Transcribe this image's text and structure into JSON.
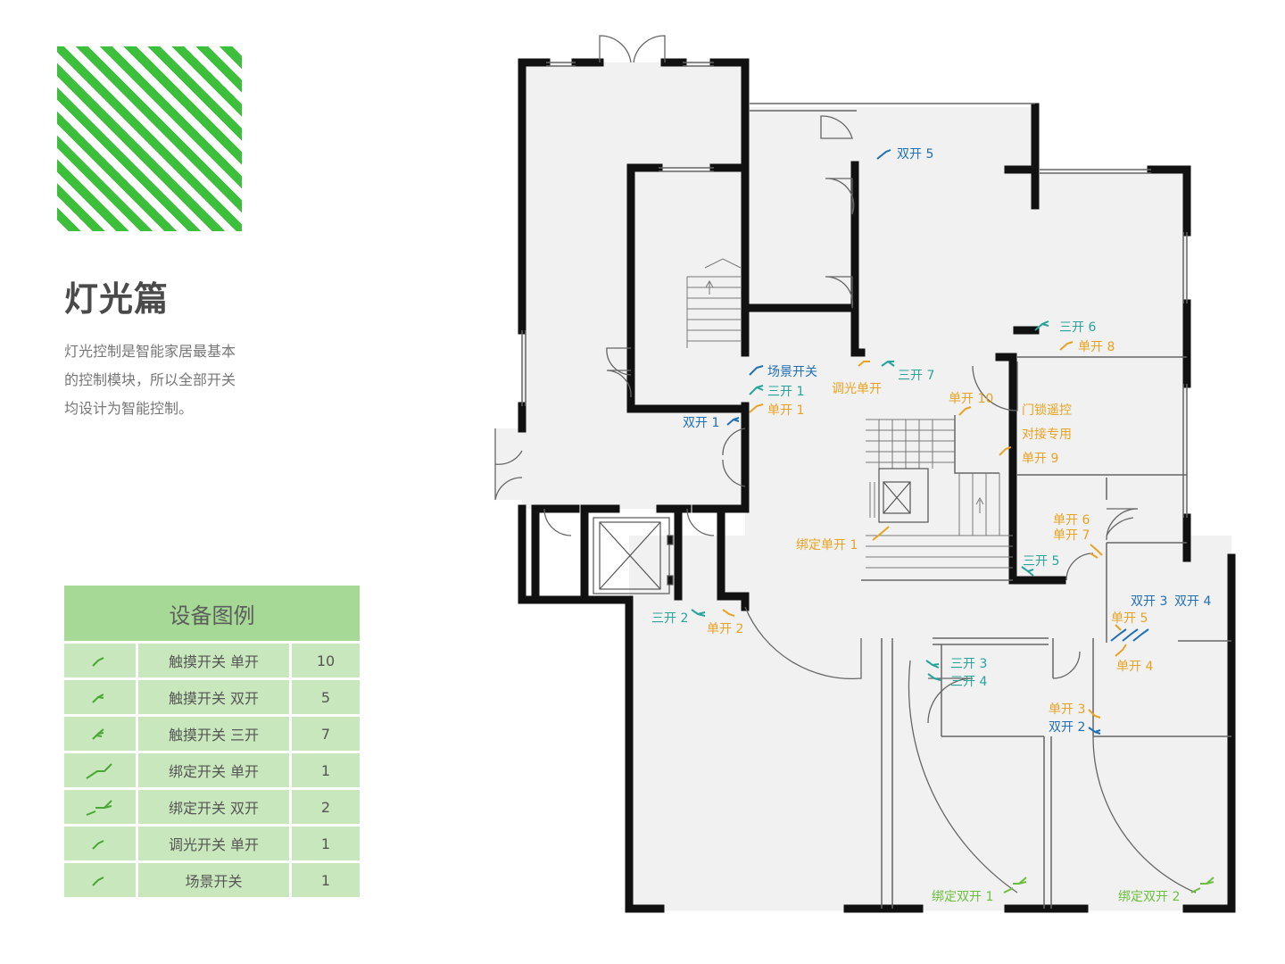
{
  "section": {
    "title": "灯光篇",
    "description": [
      "灯光控制是智能家居最基本",
      "的控制模块，所以全部开关",
      "均设计为智能控制。"
    ]
  },
  "legend": {
    "title": "设备图例",
    "rows": [
      {
        "icon": "single-switch-icon",
        "name": "触摸开关 单开",
        "count": "10"
      },
      {
        "icon": "double-switch-icon",
        "name": "触摸开关 双开",
        "count": "5"
      },
      {
        "icon": "triple-switch-icon",
        "name": "触摸开关 三开",
        "count": "7"
      },
      {
        "icon": "bound-single-switch-icon",
        "name": "绑定开关 单开",
        "count": "1"
      },
      {
        "icon": "bound-double-switch-icon",
        "name": "绑定开关 双开",
        "count": "2"
      },
      {
        "icon": "dimmer-switch-icon",
        "name": "调光开关 单开",
        "count": "1"
      },
      {
        "icon": "scene-switch-icon",
        "name": "场景开关",
        "count": "1"
      }
    ]
  },
  "plan_labels": {
    "double5": "双开 5",
    "triple6": "三开 6",
    "single8": "单开 8",
    "scene": "场景开关",
    "triple1": "三开 1",
    "single1": "单开 1",
    "double1": "双开 1",
    "dimmer": "调光单开",
    "triple7": "三开 7",
    "single10": "单开 10",
    "lock1": "门锁遥控",
    "lock2": "对接专用",
    "single9": "单开 9",
    "bound1": "绑定单开 1",
    "single6": "单开 6",
    "single7": "单开 7",
    "triple5": "三开 5",
    "double3": "双开 3",
    "double4": "双开 4",
    "single5": "单开 5",
    "single4": "单开 4",
    "triple2": "三开 2",
    "single2": "单开 2",
    "triple3": "三开 3",
    "triple4": "三开 4",
    "single3": "单开 3",
    "double2": "双开 2",
    "bound_double1": "绑定双开 1",
    "bound_double2": "绑定双开 2"
  },
  "colors": {
    "accent_green": "#3cbf3a",
    "legend_header": "#a6d995",
    "legend_cell": "#c9e7bd",
    "single": "#e8a323",
    "double": "#1f6fb5",
    "triple": "#28a39a",
    "bound": "#6bbf3d"
  }
}
